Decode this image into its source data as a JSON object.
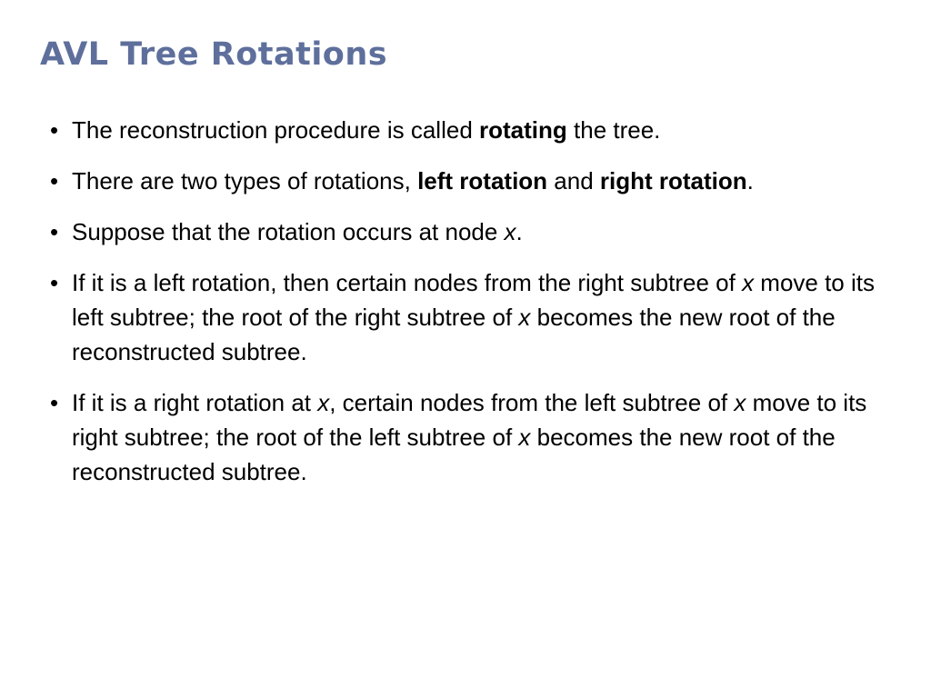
{
  "slide": {
    "title": "AVL Tree Rotations",
    "bullet_symbol": "•",
    "bullets": [
      {
        "segments": [
          {
            "text": "The reconstruction procedure is called "
          },
          {
            "text": "rotating",
            "bold": true
          },
          {
            "text": " the tree."
          }
        ]
      },
      {
        "segments": [
          {
            "text": "There are two types of rotations, "
          },
          {
            "text": "left rotation",
            "bold": true
          },
          {
            "text": " and "
          },
          {
            "text": "right rotation",
            "bold": true
          },
          {
            "text": "."
          }
        ]
      },
      {
        "segments": [
          {
            "text": "Suppose that the rotation occurs at node "
          },
          {
            "text": "x",
            "italic": true
          },
          {
            "text": "."
          }
        ]
      },
      {
        "segments": [
          {
            "text": "If it is a left rotation, then certain nodes from the right subtree of "
          },
          {
            "text": "x",
            "italic": true
          },
          {
            "text": " move to its left subtree; the root of the right subtree of "
          },
          {
            "text": "x",
            "italic": true
          },
          {
            "text": " becomes the new root of the reconstructed subtree."
          }
        ]
      },
      {
        "segments": [
          {
            "text": "If it is a right rotation at "
          },
          {
            "text": "x",
            "italic": true
          },
          {
            "text": ", certain nodes from the left subtree of "
          },
          {
            "text": "x",
            "italic": true
          },
          {
            "text": " move to its right subtree; the root of the left subtree of "
          },
          {
            "text": "x",
            "italic": true
          },
          {
            "text": " becomes the new root of the reconstructed subtree."
          }
        ]
      }
    ]
  },
  "colors": {
    "title": "#5e6f9c",
    "body_text": "#000000",
    "background": "#ffffff"
  }
}
